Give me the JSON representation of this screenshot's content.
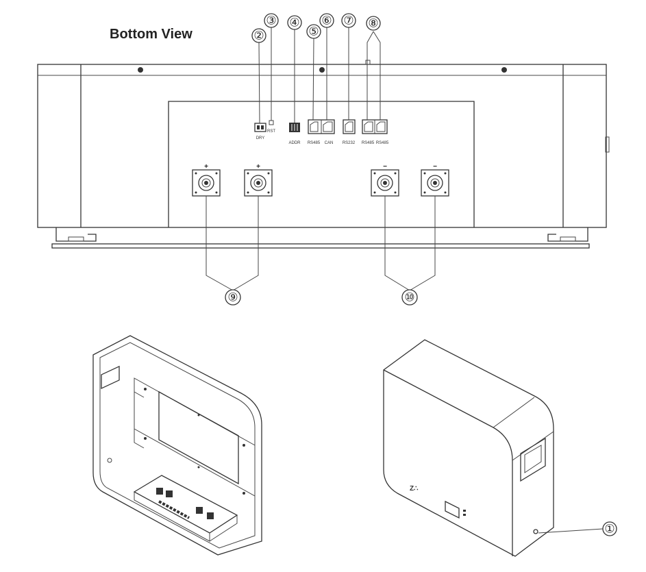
{
  "title": "Bottom View",
  "callouts": [
    "①",
    "②",
    "③",
    "④",
    "⑤",
    "⑥",
    "⑦",
    "⑧",
    "⑨",
    "⑩"
  ],
  "port_labels": {
    "dry": "DRY",
    "rst": "RST",
    "addr": "ADDR",
    "rs485": "RS485",
    "can": "CAN",
    "rs232": "RS232",
    "rs485_a": "RS485",
    "rs485_b": "RS485"
  },
  "terminal_signs": {
    "pos1": "+",
    "pos2": "+",
    "neg1": "−",
    "neg2": "−"
  }
}
